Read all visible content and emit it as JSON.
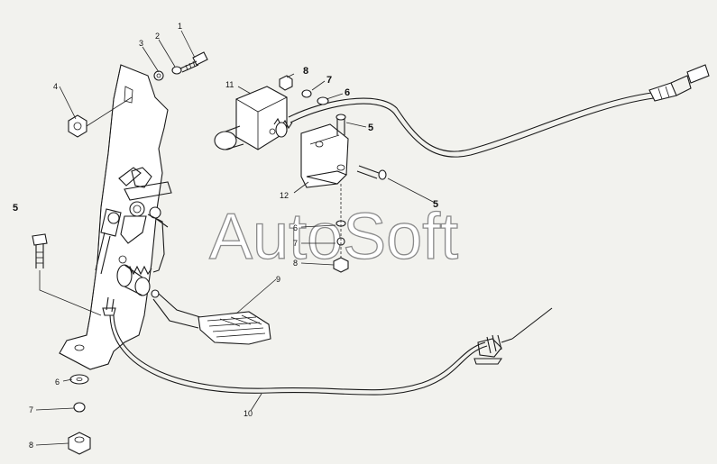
{
  "watermark": "AutoSoft",
  "callouts": {
    "c1": "1",
    "c2": "2",
    "c3": "3",
    "c4": "4",
    "c5_left": "5",
    "c5_bolt_top": "5",
    "c5_bolt_right": "5",
    "c6_bottom": "6",
    "c7_bottom": "7",
    "c8_bottom": "8",
    "c6_top": "6",
    "c7_top": "7",
    "c8_top": "8",
    "c6_mid": "6",
    "c7_mid": "7",
    "c8_mid": "8",
    "c9": "9",
    "c10": "10",
    "c11": "11",
    "c12": "12"
  }
}
